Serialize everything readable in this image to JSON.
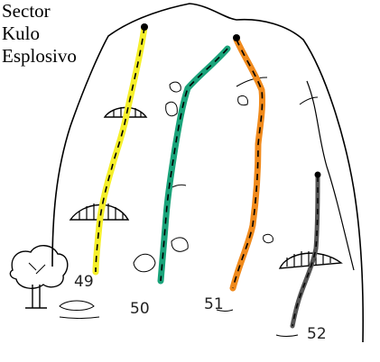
{
  "title": {
    "line1": "Sector",
    "line2": "Kulo",
    "line3": "Esplosivo"
  },
  "routes": [
    {
      "number": "49",
      "color": "#f5ef2a",
      "icon": "yellow-route-line"
    },
    {
      "number": "50",
      "color": "#1aa37a",
      "icon": "green-route-line"
    },
    {
      "number": "51",
      "color": "#f08a1c",
      "icon": "orange-route-line"
    },
    {
      "number": "52",
      "color": "#555555",
      "icon": "grey-route-line"
    }
  ],
  "colors": {
    "ink": "#000000",
    "background": "#ffffff"
  }
}
